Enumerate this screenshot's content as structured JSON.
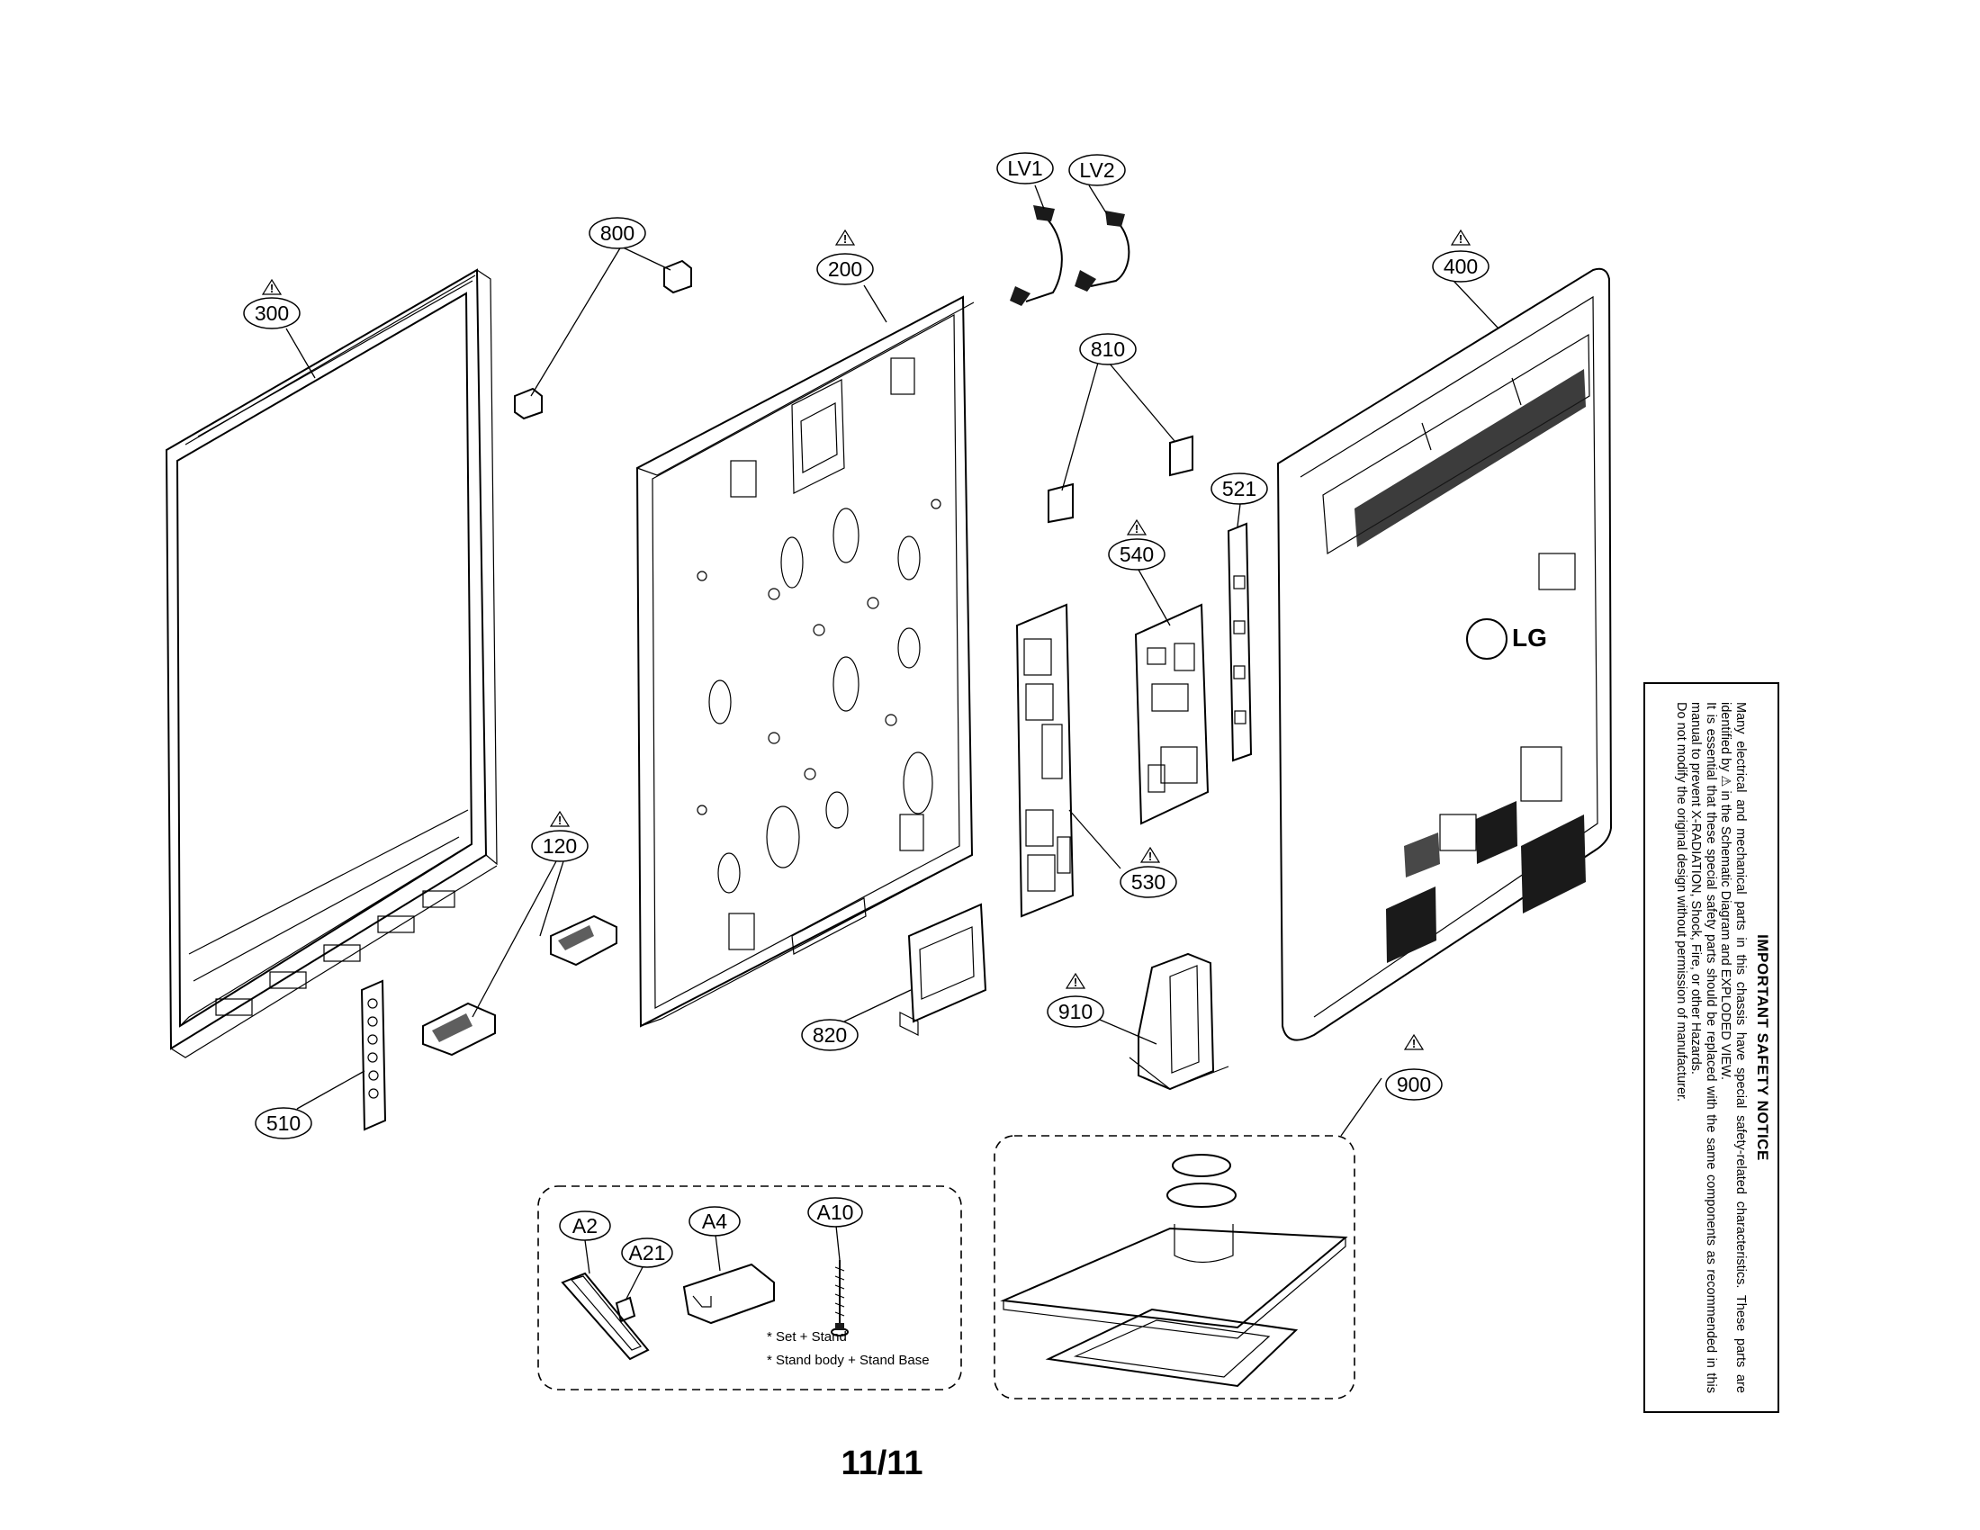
{
  "callouts": {
    "c300": "300",
    "c800": "800",
    "c200": "200",
    "cLV1": "LV1",
    "cLV2": "LV2",
    "c810": "810",
    "c400": "400",
    "c521": "521",
    "c540": "540",
    "c530": "530",
    "c120": "120",
    "c510": "510",
    "c820": "820",
    "c910": "910",
    "c900": "900",
    "cA2": "A2",
    "cA21": "A21",
    "cA4": "A4",
    "cA10": "A10"
  },
  "warning_mark": "!",
  "logo_text": "LG",
  "accessory_notes": {
    "note1": "* Set + Stand",
    "note2": "* Stand body + Stand Base"
  },
  "safety_notice": {
    "title": "IMPORTANT SAFETY NOTICE",
    "line1": "Many electrical and mechanical parts in this chassis have special safety-related characteristics. These parts are identified by ⚠ in the Schematic Diagram and EXPLODED VIEW.",
    "line2": "It is essential that these special safety parts should be replaced with the same components as recommended in this manual to prevent X-RADIATION, Shock, Fire, or other Hazards.",
    "line3": "Do not modify the original design without permission of manufacturer."
  },
  "page_number": "11/11"
}
